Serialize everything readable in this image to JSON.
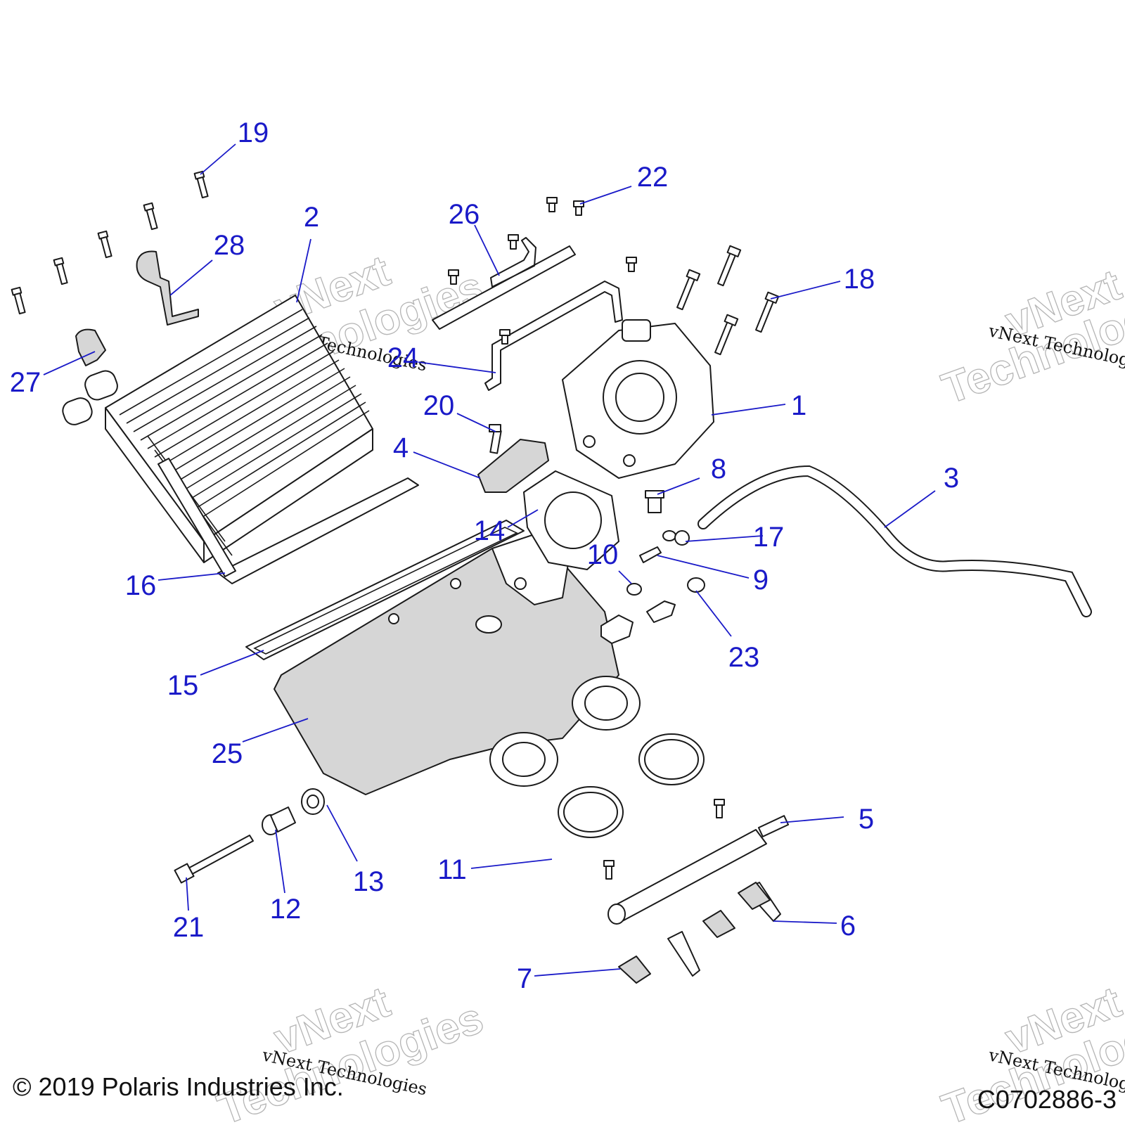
{
  "diagram": {
    "callouts": [
      {
        "label": "1"
      },
      {
        "label": "2"
      },
      {
        "label": "3"
      },
      {
        "label": "4"
      },
      {
        "label": "5"
      },
      {
        "label": "6"
      },
      {
        "label": "7"
      },
      {
        "label": "8"
      },
      {
        "label": "9"
      },
      {
        "label": "10"
      },
      {
        "label": "11"
      },
      {
        "label": "12"
      },
      {
        "label": "13"
      },
      {
        "label": "14"
      },
      {
        "label": "15"
      },
      {
        "label": "16"
      },
      {
        "label": "17"
      },
      {
        "label": "18"
      },
      {
        "label": "19"
      },
      {
        "label": "20"
      },
      {
        "label": "21"
      },
      {
        "label": "22"
      },
      {
        "label": "23"
      },
      {
        "label": "24"
      },
      {
        "label": "25"
      },
      {
        "label": "26"
      },
      {
        "label": "27"
      },
      {
        "label": "28"
      }
    ],
    "colors": {
      "callout": "#1a1ac8",
      "line": "#1a1a1a",
      "shade": "#d6d6d6",
      "watermark": "#b5b5b5"
    }
  },
  "watermark": {
    "small": "vNext Technologies",
    "big_line1": "vNext",
    "big_line2": "Technologies"
  },
  "footer": {
    "copyright": "© 2019 Polaris Industries Inc.",
    "code": "C0702886-3"
  }
}
